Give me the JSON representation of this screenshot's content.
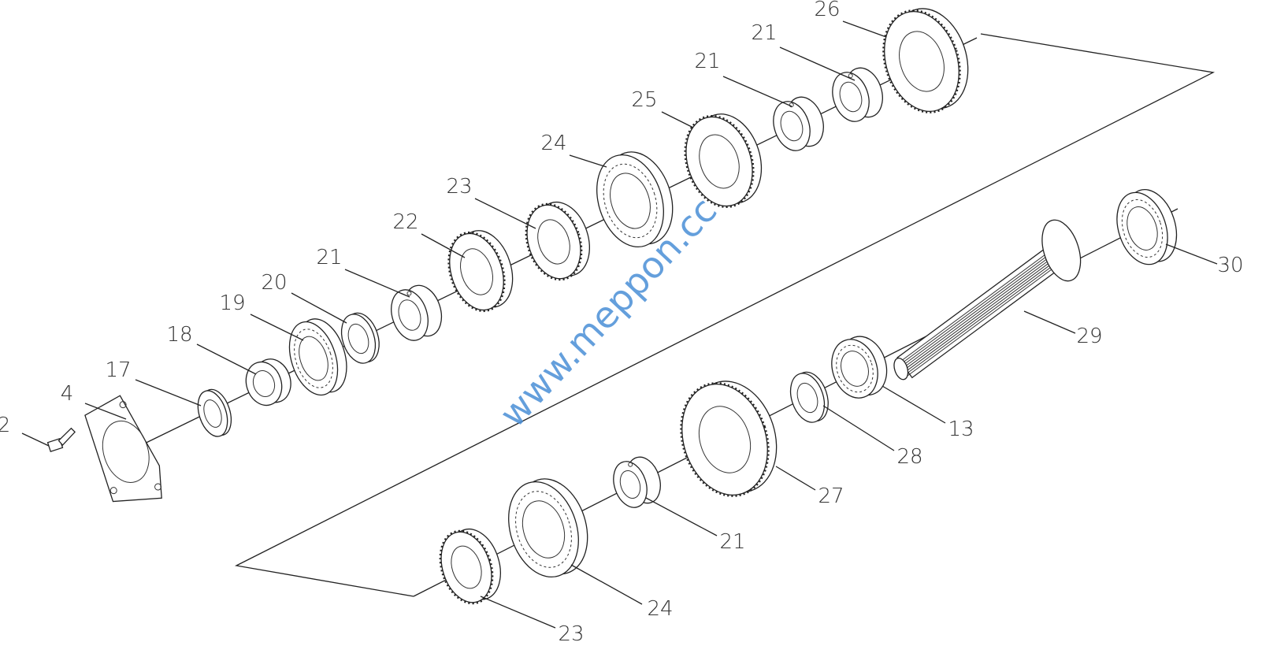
{
  "diagram": {
    "watermark": "www.meppon.cc",
    "labels": [
      {
        "id": "l2",
        "text": "2"
      },
      {
        "id": "l4",
        "text": "4"
      },
      {
        "id": "l17",
        "text": "17"
      },
      {
        "id": "l18",
        "text": "18"
      },
      {
        "id": "l19",
        "text": "19"
      },
      {
        "id": "l20",
        "text": "20"
      },
      {
        "id": "l21a",
        "text": "21"
      },
      {
        "id": "l22",
        "text": "22"
      },
      {
        "id": "l23a",
        "text": "23"
      },
      {
        "id": "l24a",
        "text": "24"
      },
      {
        "id": "l25",
        "text": "25"
      },
      {
        "id": "l21b",
        "text": "21"
      },
      {
        "id": "l21c",
        "text": "21"
      },
      {
        "id": "l26",
        "text": "26"
      },
      {
        "id": "l30",
        "text": "30"
      },
      {
        "id": "l29",
        "text": "29"
      },
      {
        "id": "l13",
        "text": "13"
      },
      {
        "id": "l28",
        "text": "28"
      },
      {
        "id": "l27",
        "text": "27"
      },
      {
        "id": "l21d",
        "text": "21"
      },
      {
        "id": "l24b",
        "text": "24"
      },
      {
        "id": "l23b",
        "text": "23"
      }
    ]
  }
}
